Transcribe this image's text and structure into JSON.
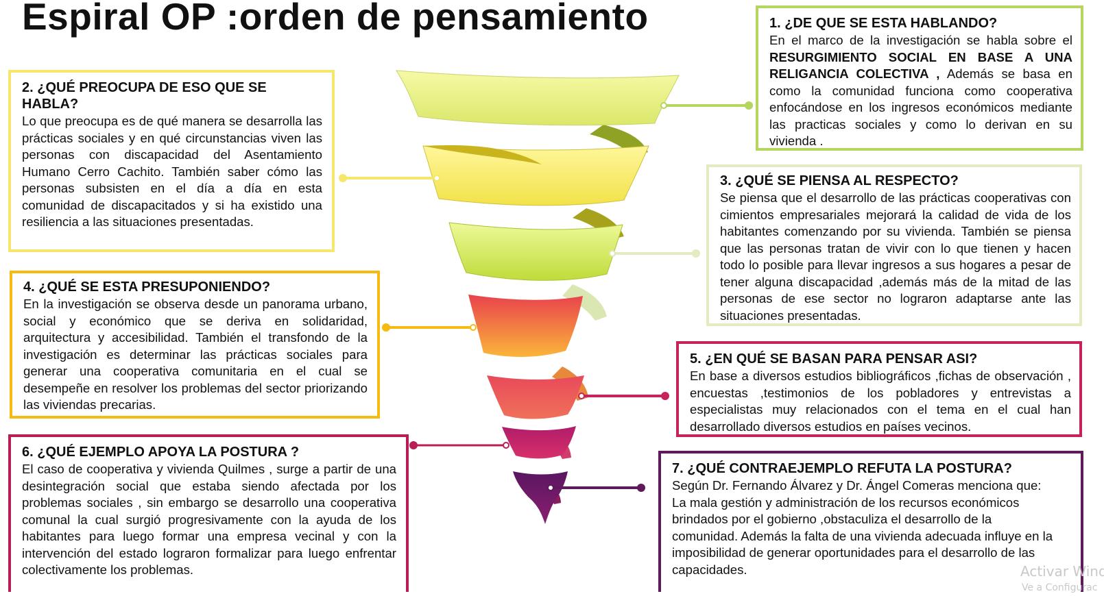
{
  "title": "Espiral OP :orden de pensamiento",
  "boxes": {
    "q1": {
      "head": "1. ¿DE QUE SE  ESTA HABLANDO?",
      "text_a": "En el marco de la investigación se habla sobre el",
      "text_bold": "RESURGIMIENTO SOCIAL EN BASE A UNA RELIGANCIA  COLECTIVA ,",
      "text_b": "Además se basa en como la comunidad funciona como cooperativa enfocándose en los ingresos económicos mediante las practicas sociales y como lo derivan en su vivienda .",
      "color": "#b5d55e"
    },
    "q2": {
      "head": "2. ¿QUÉ  PREOCUPA DE ESO QUE SE HABLA?",
      "text": "Lo que preocupa es de qué manera se desarrolla las prácticas sociales y en qué circunstancias viven las personas con discapacidad del Asentamiento Humano Cerro Cachito. También saber cómo las personas subsisten en el día a día en esta comunidad de discapacitados y si ha existido una resiliencia a las situaciones presentadas.",
      "color": "#f5e76e"
    },
    "q3": {
      "head": "3. ¿QUÉ SE PIENSA AL RESPECTO?",
      "text": "Se piensa que el desarrollo de las prácticas cooperativas con cimientos empresariales mejorará la calidad de vida de los habitantes comenzando por su vivienda. También se piensa que las personas tratan de vivir con lo que tienen y hacen todo lo posible para llevar ingresos a sus hogares a pesar de tener alguna discapacidad ,además más de la mitad de las personas de ese sector no lograron adaptarse ante las situaciones presentadas.",
      "color": "#e3ebc2"
    },
    "q4": {
      "head": "4. ¿QUÉ SE ESTA PRESUPONIENDO?",
      "text": "En la investigación se observa desde un panorama urbano, social y económico que se deriva en solidaridad, arquitectura y accesibilidad. También el transfondo de la investigación  es determinar las prácticas sociales para generar una cooperativa comunitaria en el cual se desempeñe en resolver los problemas del sector priorizando las viviendas precarias.",
      "color": "#f5bb12"
    },
    "q5": {
      "head": "5. ¿EN QUÉ SE BASAN PARA PENSAR ASI?",
      "text": "En base a diversos estudios bibliográficos ,fichas de observación , encuestas ,testimonios de los pobladores y entrevistas a especialistas muy relacionados con el tema en el cual han desarrollado diversos estudios en países vecinos.",
      "color": "#c8225a"
    },
    "q6": {
      "head": "6. ¿QUÉ EJEMPLO APOYA LA POSTURA ?",
      "text": "El caso de cooperativa y vivienda Quilmes , surge a partir de una desintegración social que estaba siendo afectada por los problemas sociales , sin embargo se desarrollo una cooperativa comunal la cual surgió progresivamente con la ayuda de los habitantes para luego formar una empresa vecinal y con la intervención del estado lograron formalizar para luego enfrentar colectivamente los problemas.",
      "color": "#b81d55"
    },
    "q7": {
      "head": "7. ¿QUÉ CONTRAEJEMPLO REFUTA LA POSTURA?",
      "text": "Según Dr. Fernando Álvarez  y Dr. Ángel Comeras  menciona que: La mala gestión y administración de los recursos económicos brindados por el gobierno ,obstaculiza el desarrollo de la comunidad. Además  la falta de una vivienda adecuada influye en la imposibilidad de generar oportunidades para el desarrollo de las capacidades.",
      "color": "#5f1a5c"
    }
  },
  "watermark": {
    "line1": "Activar Wind",
    "line2": "Ve a Configurac"
  }
}
